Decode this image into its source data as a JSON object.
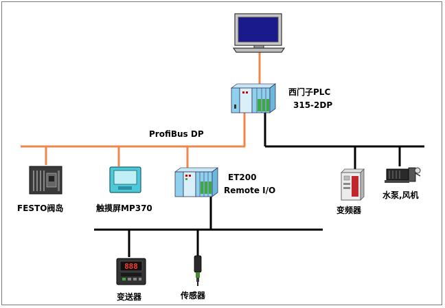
{
  "nodes": {
    "plc_line1": "西门子PLC",
    "plc_line2": "315-2DP",
    "profibus": "ProfiBus DP",
    "et200_line1": "ET200",
    "et200_line2": "Remote I/O",
    "festo": "FESTO阀岛",
    "touchscreen": "触摸屏MP370",
    "inverter": "变频器",
    "pump_fan": "水泵,风机",
    "transmitter": "变送器",
    "sensor": "传感器"
  },
  "colors": {
    "profibus_line": "#f0864a",
    "black_bus": "#000000",
    "monitor_screen": "#1a1a8c",
    "module_blue": "#8fd0ee",
    "module_green": "#3caa3c",
    "touch_panel": "#4cc8d8"
  },
  "icons": [
    "monitor-icon",
    "plc-icon",
    "et200-icon",
    "festo-valve-island-icon",
    "touch-panel-icon",
    "inverter-icon",
    "pump-fan-icon",
    "transmitter-icon",
    "sensor-icon"
  ]
}
